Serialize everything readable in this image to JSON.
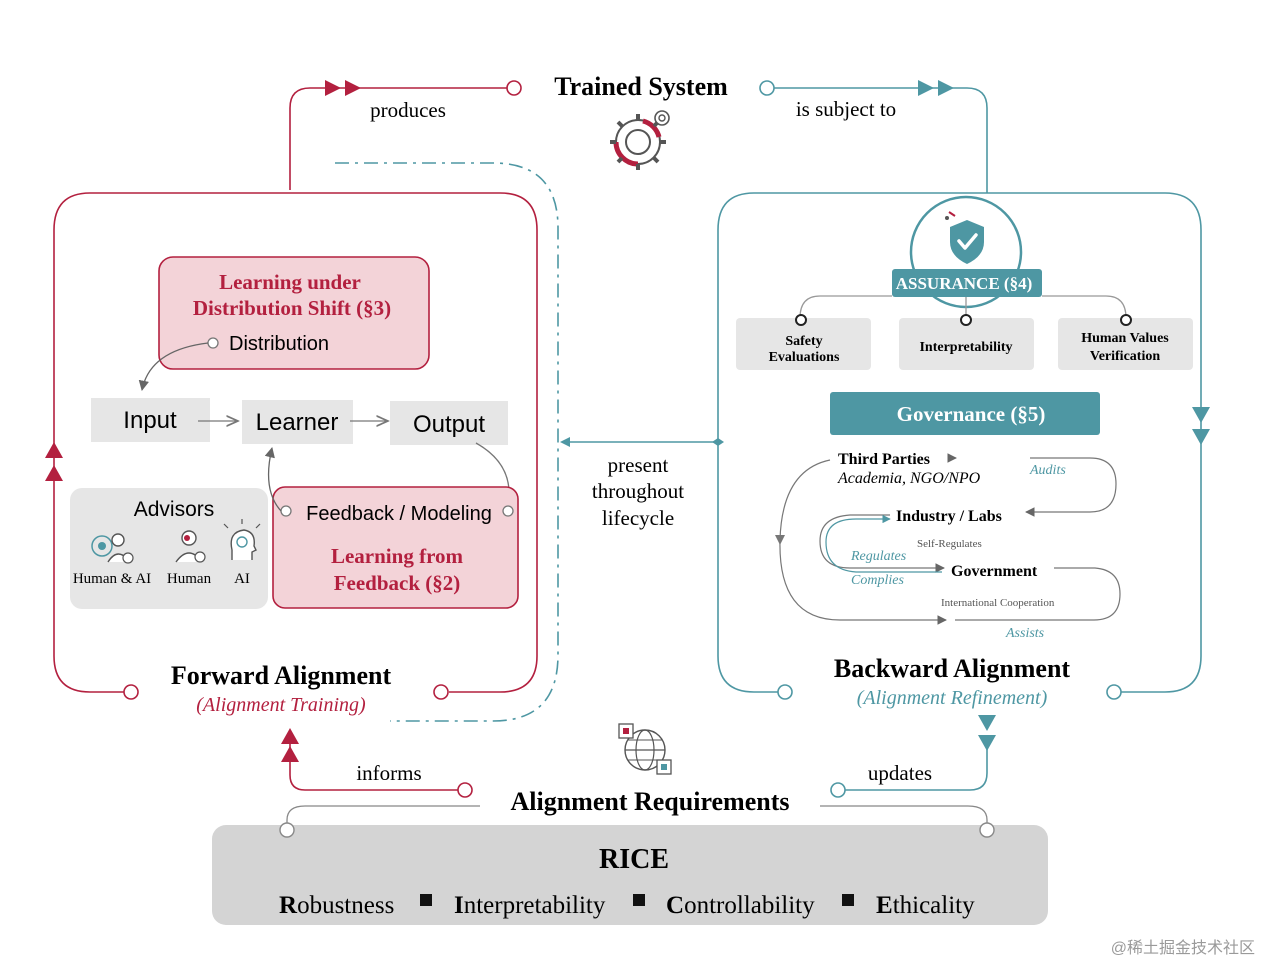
{
  "top": {
    "title": "Trained System",
    "produces": "produces",
    "subject_to": "is subject to"
  },
  "forward": {
    "dist_title_line1": "Learning under",
    "dist_title_line2": "Distribution Shift (§3)",
    "distribution": "Distribution",
    "input": "Input",
    "learner": "Learner",
    "output": "Output",
    "advisors": "Advisors",
    "adv_human_ai": "Human & AI",
    "adv_human": "Human",
    "adv_ai": "AI",
    "feedback_modeling": "Feedback / Modeling",
    "feedback_title_line1": "Learning from",
    "feedback_title_line2": "Feedback (§2)",
    "title": "Forward Alignment",
    "subtitle": "(Alignment Training)"
  },
  "middle": {
    "line1": "present",
    "line2": "throughout",
    "line3": "lifecycle"
  },
  "backward": {
    "assurance": "ASSURANCE (§4)",
    "safety_line1": "Safety",
    "safety_line2": "Evaluations",
    "interpretability": "Interpretability",
    "hv_line1": "Human Values",
    "hv_line2": "Verification",
    "governance": "Governance (§5)",
    "third_parties": "Third Parties",
    "academia": "Academia, NGO/NPO",
    "audits": "Audits",
    "industry": "Industry / Labs",
    "self_regulates": "Self-Regulates",
    "regulates": "Regulates",
    "complies": "Complies",
    "government": "Government",
    "intl_coop": "International Cooperation",
    "assists": "Assists",
    "title": "Backward Alignment",
    "subtitle": "(Alignment Refinement)"
  },
  "bottom": {
    "informs": "informs",
    "updates": "updates",
    "requirements": "Alignment Requirements",
    "rice": "RICE",
    "r_initial": "R",
    "r_rest": "obustness",
    "i_initial": "I",
    "i_rest": "nterpretability",
    "c_initial": "C",
    "c_rest": "ontrollability",
    "e_initial": "E",
    "e_rest": "thicality"
  },
  "watermark": "@稀土掘金技术社区",
  "colors": {
    "crimson": "#b3203f",
    "teal": "#4e97a3",
    "pink_box": "#f3d3d8",
    "gray_box": "#e6e6e6",
    "governance": "#4e97a3"
  },
  "icons": [
    "gear-icon",
    "shield-check-icon",
    "human-ai-icon",
    "human-icon",
    "ai-head-icon",
    "globe-puzzle-icon"
  ]
}
